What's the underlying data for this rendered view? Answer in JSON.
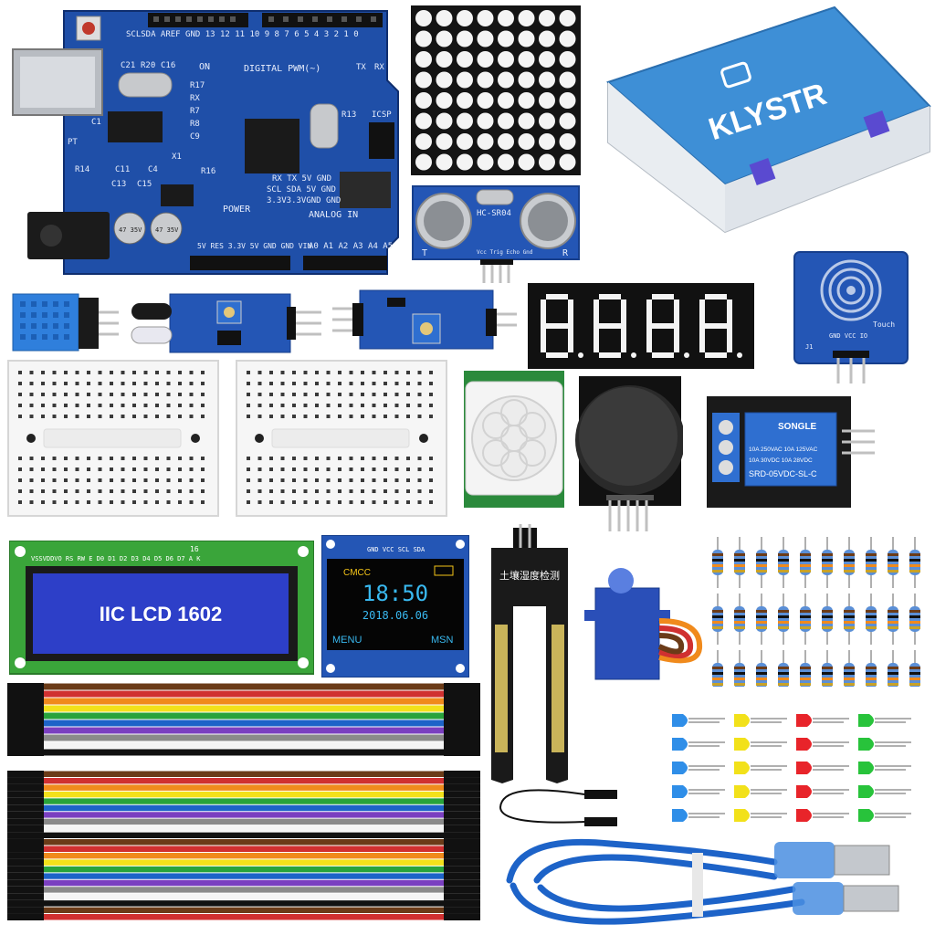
{
  "colors": {
    "pcb_blue": "#1f4fa8",
    "pcb_dark": "#163c86",
    "lcd_green": "#3aa53a",
    "lcd_screen": "#2d3fc8",
    "oled_yellow": "#f5c518",
    "oled_cyan": "#39b9f0",
    "case_blue": "#3e8fd6",
    "relay_blue": "#2f6fd0",
    "cable_blue": "#1d63c8"
  },
  "arduino": {
    "top_labels": "SCLSDA AREF GND 13 12 11 10 9 8 7 6 5 4 3 2 1 0",
    "digital": "DIGITAL PWM(~)",
    "tx": "TX",
    "rx": "RX",
    "on": "ON",
    "labels_left": [
      "C21",
      "R20",
      "C16",
      "R17",
      "RX",
      "R7",
      "R8",
      "C9",
      "C1",
      "PT",
      "R14",
      "C11",
      "C13",
      "C15",
      "C4",
      "X1",
      "R16"
    ],
    "icsp": "ICSP",
    "r13": "R13",
    "power_header": "RX TX 5V GND",
    "power_header2": "SCL SDA 5V GND",
    "power_header3": "3.3V3.3VGND GND",
    "power": "POWER",
    "analog_in": "ANALOG IN",
    "power_pins": "5V RES 3.3V 5V GND GND VIN",
    "analog_pins": "A0 A1 A2 A3 A4 A5",
    "cap1": "47 35V",
    "cap2": "47 35V"
  },
  "case": {
    "brand": "KLYSTR"
  },
  "ultrasonic": {
    "model": "HC-SR04",
    "t": "T",
    "r": "R",
    "pins": "Vcc Trig Echo Gnd"
  },
  "touch": {
    "label": "Touch",
    "pins": "GND VCC IO",
    "j1": "J1"
  },
  "relay": {
    "brand": "SONGLE",
    "spec1": "10A 250VAC  10A 125VAC",
    "spec2": "10A 30VDC  10A 28VDC",
    "model": "SRD-05VDC-SL-C"
  },
  "lcd": {
    "title": "IIC LCD 1602",
    "pins": "VSSVDDVO RS RW E  D0 D1 D2 D3 D4 D5 D6 D7 A  K",
    "pin16": "16"
  },
  "oled": {
    "pins": "GND VCC SCL SDA",
    "carrier": "CMCC",
    "time": "18:50",
    "date": "2018.06.06",
    "menu": "MENU",
    "msn": "MSN"
  },
  "soil": {
    "label": "土壤湿度检测"
  },
  "resistors": {
    "rows": 3,
    "cols": 10
  },
  "leds": {
    "colors": [
      "#2f8ee8",
      "#f2e11a",
      "#e8242a",
      "#28c33b"
    ],
    "per_color": 5
  }
}
